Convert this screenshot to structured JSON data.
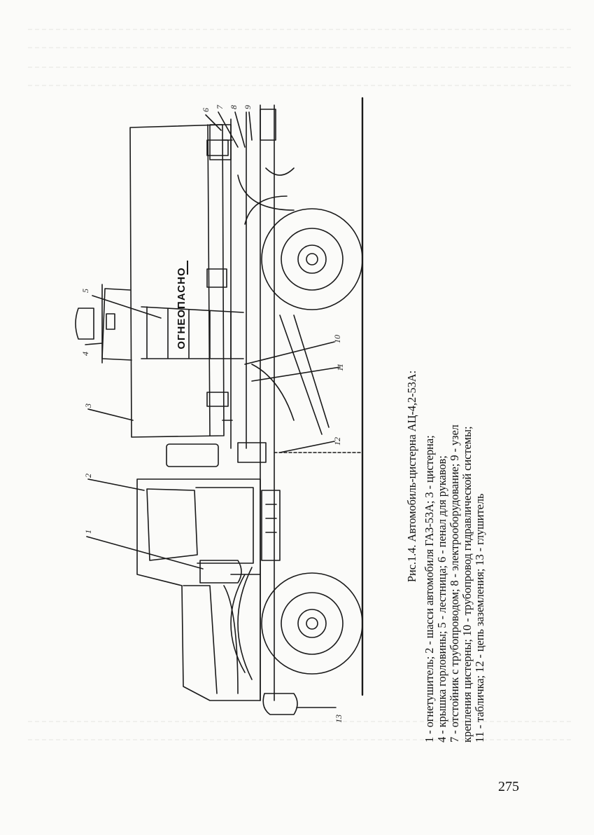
{
  "figure": {
    "warning_label": "ОГНЕОПАСНО",
    "part_numbers": [
      "1",
      "2",
      "3",
      "4",
      "5",
      "6",
      "7",
      "8",
      "9",
      "10",
      "11",
      "12",
      "13"
    ]
  },
  "caption": {
    "title": "Рис.1.4. Автомобиль-цистерна АЦ-4,2-53А:",
    "lines": [
      "1 - огнетушитель; 2 - шасси автомобиля ГАЗ-53А; 3 - цистерна;",
      "4 - крышка горловины; 5 - лестница; 6 - пенал для рукавов;",
      "7 - отстойник с трубопроводом; 8 - электрооборудование; 9 - узел",
      "крепления цистерны; 10 - трубопровод гидравлической системы;",
      "11 - табличка; 12 - цепь заземления; 13 - глушитель"
    ]
  },
  "page": {
    "number": "275"
  }
}
